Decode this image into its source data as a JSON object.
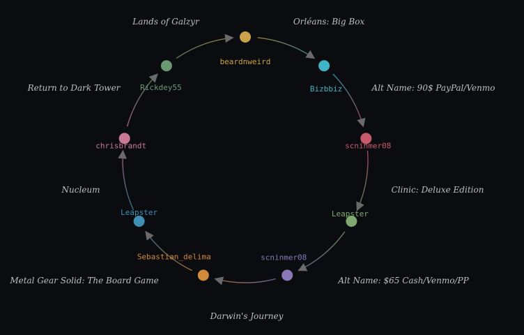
{
  "colors": {
    "background": "#0b0c0f",
    "arrowhead": "#8a8a8a",
    "trade_label": "#bfbfbf"
  },
  "nodes": [
    {
      "label": "beardnweird",
      "color": "#c9a24a"
    },
    {
      "label": "Bizbbiz",
      "color": "#3fb4c4"
    },
    {
      "label": "scninmer08",
      "color": "#c95a6e"
    },
    {
      "label": "Leapster",
      "color": "#7fa870"
    },
    {
      "label": "scninmer08",
      "color": "#8a78b8"
    },
    {
      "label": "Sebastian_delima",
      "color": "#d08a3c"
    },
    {
      "label": "Leapster",
      "color": "#3f8fb4"
    },
    {
      "label": "chrisbrandt",
      "color": "#c87a95"
    },
    {
      "label": "Rickdey55",
      "color": "#6a9a74"
    }
  ],
  "trades": [
    {
      "label": "Orléans: Big Box"
    },
    {
      "label": "Alt Name: 90$ PayPal/Venmo"
    },
    {
      "label": "Clinic: Deluxe Edition"
    },
    {
      "label": "Alt Name: $65 Cash/Venmo/PP"
    },
    {
      "label": "Darwin's Journey"
    },
    {
      "label": "Metal Gear Solid: The Board Game"
    },
    {
      "label": "Nucleum"
    },
    {
      "label": "Return to Dark Tower"
    },
    {
      "label": "Lands of Galzyr"
    }
  ]
}
